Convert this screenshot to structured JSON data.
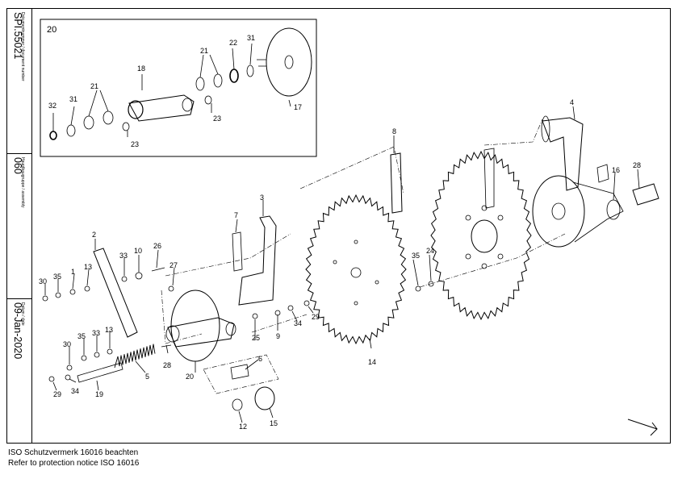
{
  "title_block": {
    "document_caption": "Dokumentnummer / document number",
    "document_number": "SPI.55021",
    "assembly_caption": "Hauptbaugruppe / assembly",
    "assembly_number": "060",
    "date_caption": "Datum / date",
    "date": "09-Jan-2020"
  },
  "detail": {
    "label": "20"
  },
  "callouts": {
    "c1": "1",
    "c2": "2",
    "c3": "3",
    "c4": "4",
    "c5": "5",
    "c6": "6",
    "c7": "7",
    "c8": "8",
    "c9": "9",
    "c10": "10",
    "c12": "12",
    "c13": "13",
    "c14": "14",
    "c15": "15",
    "c16": "16",
    "c17": "17",
    "c18": "18",
    "c19": "19",
    "c20": "20",
    "c21": "21",
    "c22": "22",
    "c23": "23",
    "c24": "24",
    "c25": "25",
    "c26": "26",
    "c27": "27",
    "c28": "28",
    "c29": "29",
    "c30": "30",
    "c31": "31",
    "c32": "32",
    "c33": "33",
    "c34": "34",
    "c35": "35"
  },
  "notice": {
    "line1": "ISO Schutzvermerk 16016 beachten",
    "line2": "Refer to protection notice ISO 16016"
  }
}
